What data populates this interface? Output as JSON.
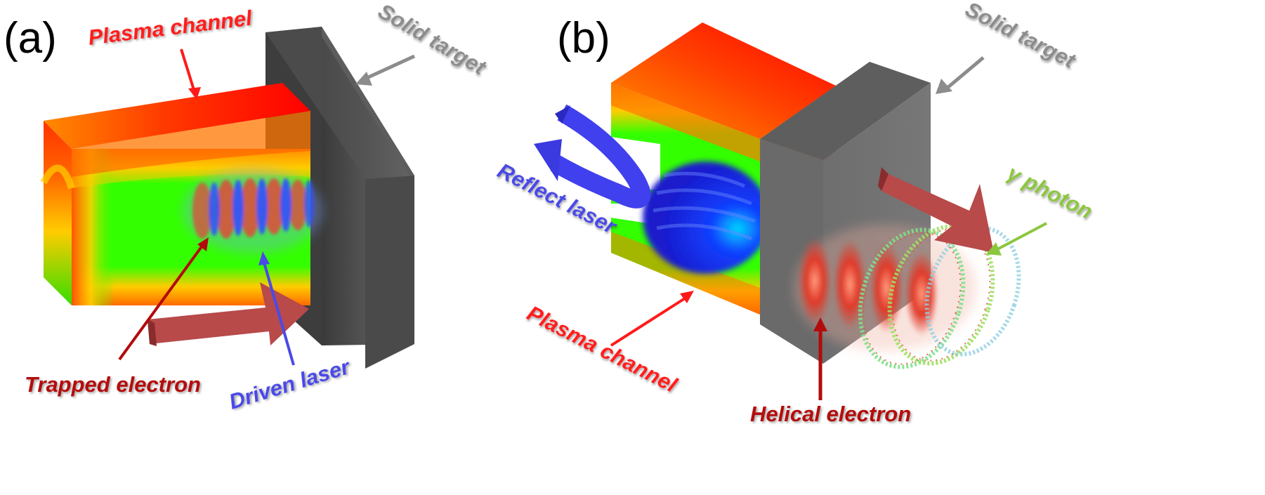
{
  "panels": {
    "a": {
      "label": "(a)",
      "plasma_channel": "Plasma channel",
      "solid_target": "Solid target",
      "trapped_electron": "Trapped electron",
      "driven_laser": "Driven laser"
    },
    "b": {
      "label": "(b)",
      "solid_target": "Solid target",
      "reflect_laser": "Reflect laser",
      "gamma_photon": "γ photon",
      "plasma_channel": "Plasma channel",
      "helical_electron": "Helical electron"
    }
  },
  "colors": {
    "plasma_label": "#ff1a1a",
    "target_label": "#8c8c8c",
    "electron_label": "#b30b0b",
    "laser_label": "#4a4ae6",
    "photon_label": "#8cc63f",
    "motion_arrow": "#b84a4a"
  }
}
